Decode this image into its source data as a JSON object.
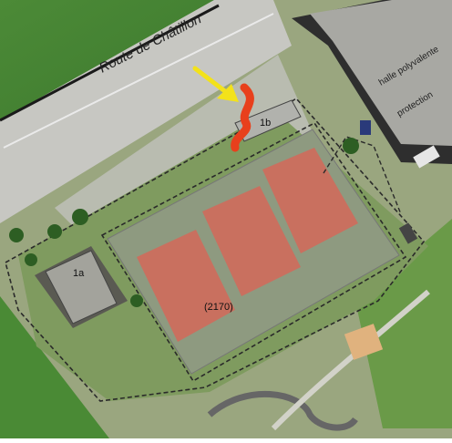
{
  "map": {
    "road_label": "Route de Châtillon",
    "building_label_top": "halle polyvalente",
    "building_label_bottom": "protection",
    "site_labels": {
      "building_1a": "1a",
      "building_1b": "1b"
    },
    "parcel_label": "(2170)",
    "colors": {
      "arrow": "#f3e21a",
      "highlight_path": "#e8401c",
      "dashed_boundary": "#2a2a2a",
      "tennis_clay": "#c9705f",
      "grass": "#4f8a3c"
    }
  }
}
